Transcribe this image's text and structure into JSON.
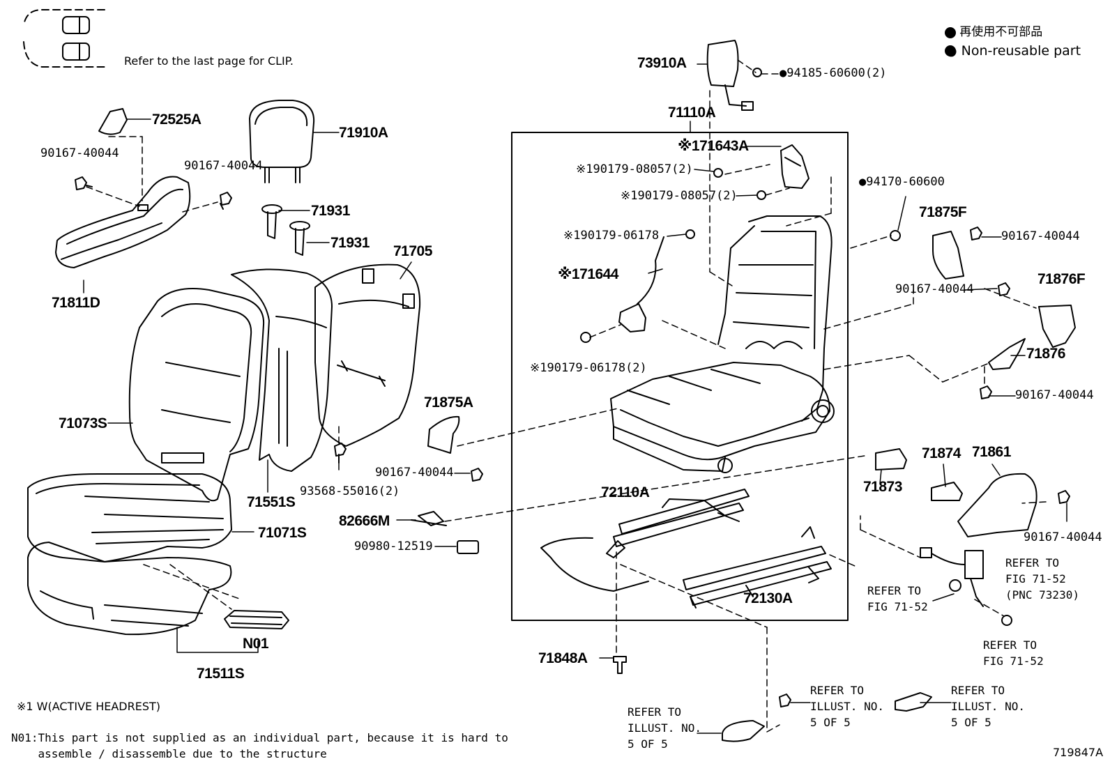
{
  "legend": {
    "clip_note": "Refer to the last page for CLIP.",
    "jp": "● 再使用不可部品",
    "en": "● Non-reusable part"
  },
  "labels": {
    "p73910A": "73910A",
    "p94185": "●94185-60600(2)",
    "p71110A": "71110A",
    "p71643A": "※171643A",
    "p90179_08057a": "※190179-08057(2)",
    "p90179_08057b": "※190179-08057(2)",
    "p94170": "●94170-60600",
    "p71875F": "71875F",
    "p90167_r1": "90167-40044",
    "p90179_06178a": "※190179-06178",
    "p71644": "※171644",
    "p90167_r2": "90167-40044",
    "p71876F": "71876F",
    "p71876": "71876",
    "p90179_06178b": "※190179-06178(2)",
    "p90167_r3": "90167-40044",
    "p72525A": "72525A",
    "p90167_l1": "90167-40044",
    "p90167_l2": "90167-40044",
    "p71910A": "71910A",
    "p71931a": "71931",
    "p71931b": "71931",
    "p71705": "71705",
    "p71811D": "71811D",
    "p71073S": "71073S",
    "p71875A": "71875A",
    "p90167_m": "90167-40044",
    "p93568": "93568-55016(2)",
    "p71551S": "71551S",
    "p71071S": "71071S",
    "p82666M": "82666M",
    "p90980": "90980-12519",
    "p72110A": "72110A",
    "p71873": "71873",
    "p71874": "71874",
    "p71861": "71861",
    "p90167_r4": "90167-40044",
    "p72130A": "72130A",
    "pN01": "N01",
    "p71511S": "71511S",
    "p71848A": "71848A",
    "code": "719847A"
  },
  "refs": {
    "r1": "REFER TO\nFIG 71-52\n(PNC 73230)",
    "r2": "REFER TO\nFIG 71-52",
    "r3": "REFER TO\nFIG 71-52",
    "r4": "REFER TO\nILLUST. NO.\n5 OF 5",
    "r5": "REFER TO\nILLUST. NO.\n5 OF 5",
    "r6": "REFER TO\nILLUST. NO.\n5 OF 5"
  },
  "notes": {
    "active": "※1 W(ACTIVE HEADREST)",
    "n01": "N01:This part is not supplied as an individual part, because it is hard to\n    assemble / disassemble due to the structure"
  }
}
